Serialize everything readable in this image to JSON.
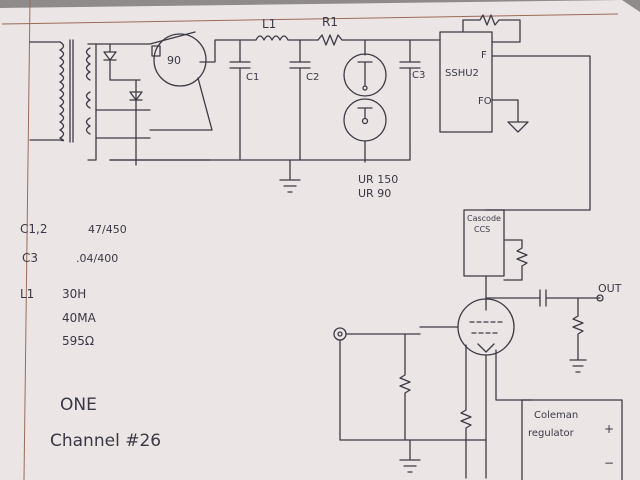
{
  "labels": {
    "l1": "L1",
    "r1": "R1",
    "c1": "C1",
    "c2": "C2",
    "c3": "C3",
    "reg_tube_num": "90",
    "sshu": "SSHU2",
    "f": "F",
    "fo": "FO",
    "ur150": "UR 150",
    "ur90": "UR 90",
    "ccs_a": "Cascode",
    "ccs_b": "CCS",
    "out": "OUT",
    "coleman_a": "Coleman",
    "coleman_b": "regulator",
    "plus": "+",
    "minus": "−"
  },
  "notes": {
    "c12_name": "C1,2",
    "c12_val": "47/450",
    "c3_name": "C3",
    "c3_val": ".04/400",
    "l1_name": "L1",
    "l1_h": "30H",
    "l1_ma": "40MA",
    "l1_ohm": "595Ω",
    "one": "ONE",
    "channel": "Channel #26"
  }
}
